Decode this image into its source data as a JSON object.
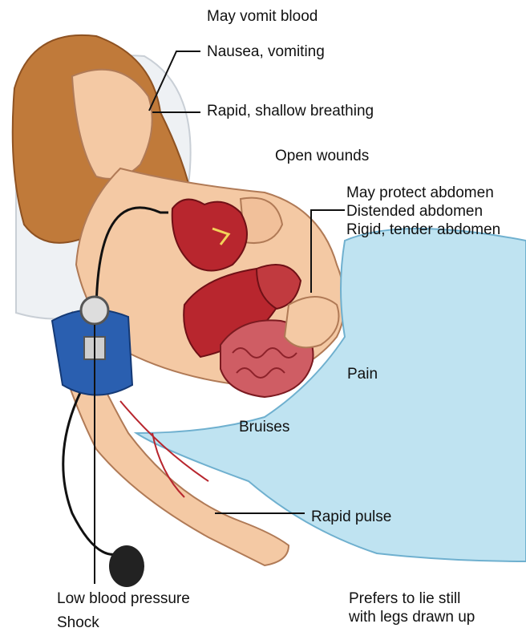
{
  "labels": {
    "vomit_blood": "May vomit blood",
    "nausea": "Nausea, vomiting",
    "breathing": "Rapid, shallow breathing",
    "wounds": "Open wounds",
    "protect_abdomen": "May protect abdomen",
    "distended": "Distended abdomen",
    "rigid": "Rigid, tender abdomen",
    "pain": "Pain",
    "bruises": "Bruises",
    "pulse": "Rapid pulse",
    "low_bp": "Low blood pressure",
    "shock": "Shock",
    "prefers_line1": "Prefers to lie still",
    "prefers_line2": "with legs drawn up"
  },
  "colors": {
    "skin": "#f4c9a4",
    "hair": "#c07a3a",
    "organ_red": "#b8262e",
    "cuff_blue": "#2a5fb0",
    "sheet_blue": "#bfe3f1",
    "pillow": "#eef1f4",
    "leader_line": "#111111"
  }
}
